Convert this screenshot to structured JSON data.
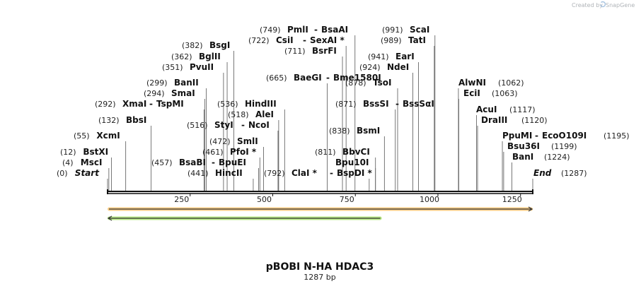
{
  "credit": {
    "text": "Created by",
    "brand": "SnapGene"
  },
  "map": {
    "title": "pBOBI N-HA HDAC3",
    "length_label": "1287 bp",
    "length_bp": 1287,
    "scale_ticks": [
      250,
      500,
      750,
      1000,
      1250
    ],
    "colors": {
      "backbone": "#111111",
      "orange_feature": "#f5a623",
      "green_feature": "#7ed321"
    },
    "features": [
      {
        "name": "orange-feature-arrow",
        "start": 0,
        "end": 1287,
        "color": "#f5a623",
        "direction": "forward"
      },
      {
        "name": "green-feature-arrow",
        "start": 0,
        "end": 830,
        "color": "#7ed321",
        "direction": "reverse"
      }
    ],
    "sites": [
      {
        "id": "start",
        "pos": "(0)",
        "names": [
          "Start"
        ],
        "bp": 0,
        "italic": true
      },
      {
        "id": "msci",
        "pos": "(4)",
        "names": [
          "MscI"
        ],
        "bp": 4
      },
      {
        "id": "bstxi",
        "pos": "(12)",
        "names": [
          "BstXI"
        ],
        "bp": 12
      },
      {
        "id": "xcmi",
        "pos": "(55)",
        "names": [
          "XcmI"
        ],
        "bp": 55
      },
      {
        "id": "bbsi",
        "pos": "(132)",
        "names": [
          "BbsI"
        ],
        "bp": 132
      },
      {
        "id": "xmai",
        "pos": "(292)",
        "names": [
          "XmaI",
          "TspMI"
        ],
        "bp": 292
      },
      {
        "id": "smai",
        "pos": "(294)",
        "names": [
          "SmaI"
        ],
        "bp": 294
      },
      {
        "id": "banii",
        "pos": "(299)",
        "names": [
          "BanII"
        ],
        "bp": 299
      },
      {
        "id": "pvuii",
        "pos": "(351)",
        "names": [
          "PvuII"
        ],
        "bp": 351
      },
      {
        "id": "bglii",
        "pos": "(362)",
        "names": [
          "BglII"
        ],
        "bp": 362
      },
      {
        "id": "bsgi",
        "pos": "(382)",
        "names": [
          "BsgI"
        ],
        "bp": 382
      },
      {
        "id": "hincii",
        "pos": "(441)",
        "names": [
          "HincII"
        ],
        "bp": 441
      },
      {
        "id": "bsabi",
        "pos": "(457)",
        "names": [
          "BsaBI",
          "BpuEI"
        ],
        "bp": 457
      },
      {
        "id": "pfoi",
        "pos": "(461)",
        "names": [
          "PfoI *"
        ],
        "bp": 461
      },
      {
        "id": "smli",
        "pos": "(472)",
        "names": [
          "SmlI"
        ],
        "bp": 472
      },
      {
        "id": "styi",
        "pos": "(516)",
        "names": [
          "StyI",
          "NcoI"
        ],
        "bp": 516
      },
      {
        "id": "alei",
        "pos": "(518)",
        "names": [
          "AleI"
        ],
        "bp": 518
      },
      {
        "id": "hindiii",
        "pos": "(536)",
        "names": [
          "HindIII"
        ],
        "bp": 536
      },
      {
        "id": "baegi",
        "pos": "(665)",
        "names": [
          "BaeGI",
          "Bme1580I"
        ],
        "bp": 665
      },
      {
        "id": "bsrfi",
        "pos": "(711)",
        "names": [
          "BsrFI"
        ],
        "bp": 711
      },
      {
        "id": "csii",
        "pos": "(722)",
        "names": [
          "CsiI",
          "SexAI *"
        ],
        "bp": 722
      },
      {
        "id": "pmli",
        "pos": "(749)",
        "names": [
          "PmlI",
          "BsaAI"
        ],
        "bp": 749
      },
      {
        "id": "clai",
        "pos": "(792)",
        "names": [
          "ClaI *",
          "BspDI *"
        ],
        "bp": 792
      },
      {
        "id": "bpu10i",
        "pos": "",
        "names": [
          "Bpu10I"
        ],
        "bp": 811
      },
      {
        "id": "bbvci",
        "pos": "(811)",
        "names": [
          "BbvCI"
        ],
        "bp": 811
      },
      {
        "id": "bsmi",
        "pos": "(838)",
        "names": [
          "BsmI"
        ],
        "bp": 838
      },
      {
        "id": "bsssi",
        "pos": "(871)",
        "names": [
          "BssSI",
          "BssSαI"
        ],
        "bp": 871
      },
      {
        "id": "tsoi",
        "pos": "(878)",
        "names": [
          "TsoI"
        ],
        "bp": 878
      },
      {
        "id": "ndei",
        "pos": "(924)",
        "names": [
          "NdeI"
        ],
        "bp": 924
      },
      {
        "id": "eari",
        "pos": "(941)",
        "names": [
          "EarI"
        ],
        "bp": 941
      },
      {
        "id": "tati",
        "pos": "(989)",
        "names": [
          "TatI"
        ],
        "bp": 989
      },
      {
        "id": "scai",
        "pos": "(991)",
        "names": [
          "ScaI"
        ],
        "bp": 991
      },
      {
        "id": "alwni",
        "pos": "(1062)",
        "names": [
          "AlwNI"
        ],
        "bp": 1062
      },
      {
        "id": "ecii",
        "pos": "(1063)",
        "names": [
          "EciI"
        ],
        "bp": 1063
      },
      {
        "id": "acui",
        "pos": "(1117)",
        "names": [
          "AcuI"
        ],
        "bp": 1117
      },
      {
        "id": "draiii",
        "pos": "(1120)",
        "names": [
          "DraIII"
        ],
        "bp": 1120
      },
      {
        "id": "ppumi",
        "pos": "(1195)",
        "names": [
          "PpuMI",
          "EcoO109I"
        ],
        "bp": 1195
      },
      {
        "id": "bsu36i",
        "pos": "(1199)",
        "names": [
          "Bsu36I"
        ],
        "bp": 1199
      },
      {
        "id": "bani",
        "pos": "(1224)",
        "names": [
          "BanI"
        ],
        "bp": 1224
      },
      {
        "id": "end",
        "pos": "(1287)",
        "names": [
          "End"
        ],
        "bp": 1287,
        "italic": true
      }
    ]
  }
}
